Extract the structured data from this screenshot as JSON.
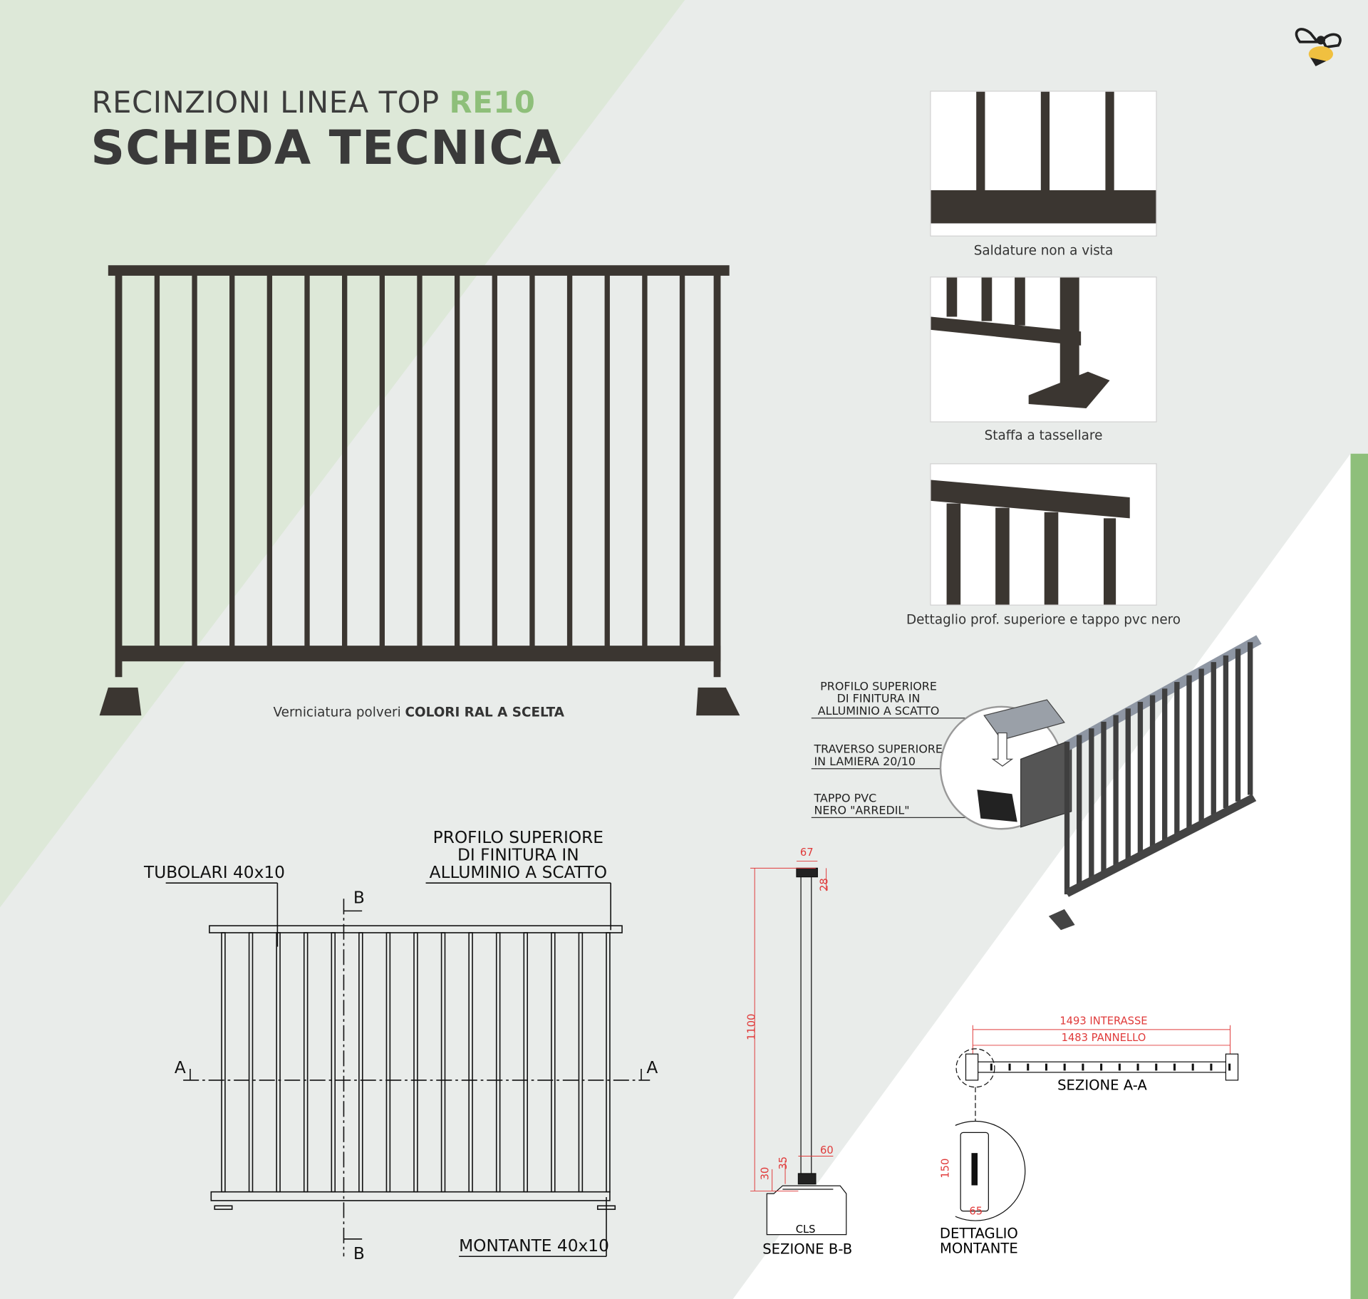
{
  "header": {
    "line1_prefix": "RECINZIONI LINEA TOP ",
    "line1_model": "RE10",
    "title": "SCHEDA TECNICA"
  },
  "main_photo": {
    "caption_prefix": "Verniciatura polveri ",
    "caption_bold": "COLORI RAL A SCELTA"
  },
  "details": [
    {
      "caption": "Saldature non a vista"
    },
    {
      "caption": "Staffa a tassellare"
    },
    {
      "caption": "Dettaglio prof. superiore e tappo pvc nero"
    }
  ],
  "callouts": {
    "profilo": [
      "PROFILO SUPERIORE",
      "DI FINITURA IN",
      "ALLUMINIO A SCATTO"
    ],
    "traverso": [
      "TRAVERSO SUPERIORE",
      "IN LAMIERA 20/10"
    ],
    "tappo": [
      "TAPPO PVC",
      "NERO \"ARREDIL\""
    ]
  },
  "front_drawing": {
    "tubolari": "TUBOLARI 40x10",
    "profilo": [
      "PROFILO SUPERIORE",
      "DI FINITURA IN",
      "ALLUMINIO A SCATTO"
    ],
    "montante": "MONTANTE 40x10",
    "section_a": "A",
    "section_b": "B"
  },
  "section_bb": {
    "title": "SEZIONE B-B",
    "base": "CLS",
    "dims": {
      "height": "1100",
      "top_width": "67",
      "top_height": "28",
      "base_width": "60",
      "d35": "35",
      "d30": "30"
    }
  },
  "section_aa": {
    "title": "SEZIONE A-A",
    "interasse": "1493 INTERASSE",
    "pannello": "1483 PANNELLO"
  },
  "montante_detail": {
    "title": [
      "DETTAGLIO",
      "MONTANTE"
    ],
    "dims": {
      "height": "150",
      "width": "65"
    }
  },
  "colors": {
    "accent": "#8ebf7a",
    "metal": "#3b3631",
    "dim": "#e03a3a"
  }
}
